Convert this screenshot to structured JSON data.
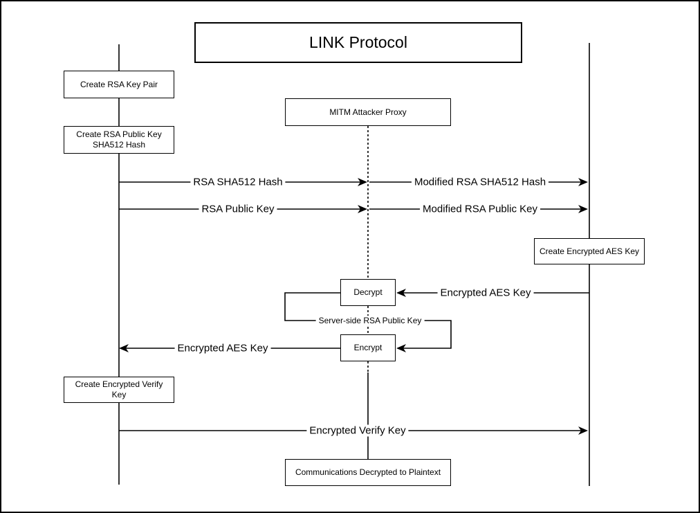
{
  "title": "LINK Protocol",
  "boxes": {
    "create_rsa_key_pair": "Create RSA Key Pair",
    "create_rsa_public_key_hash": "Create RSA Public Key SHA512 Hash",
    "mitm_attacker_proxy": "MITM Attacker Proxy",
    "create_encrypted_aes_key": "Create Encrypted AES Key",
    "decrypt": "Decrypt",
    "encrypt": "Encrypt",
    "create_encrypted_verify_key": "Create Encrypted Verify Key",
    "communications_decrypted": "Communications Decrypted to Plaintext"
  },
  "messages": {
    "rsa_sha512_hash": "RSA SHA512 Hash",
    "modified_rsa_sha512_hash": "Modified RSA SHA512 Hash",
    "rsa_public_key": "RSA Public Key",
    "modified_rsa_public_key": "Modified RSA Public Key",
    "encrypted_aes_key_in": "Encrypted AES Key",
    "server_side_rsa_public_key": "Server-side RSA Public Key",
    "encrypted_aes_key_out": "Encrypted AES Key",
    "encrypted_verify_key": "Encrypted Verify Key"
  },
  "colors": {
    "line": "#000000",
    "background": "#ffffff"
  }
}
